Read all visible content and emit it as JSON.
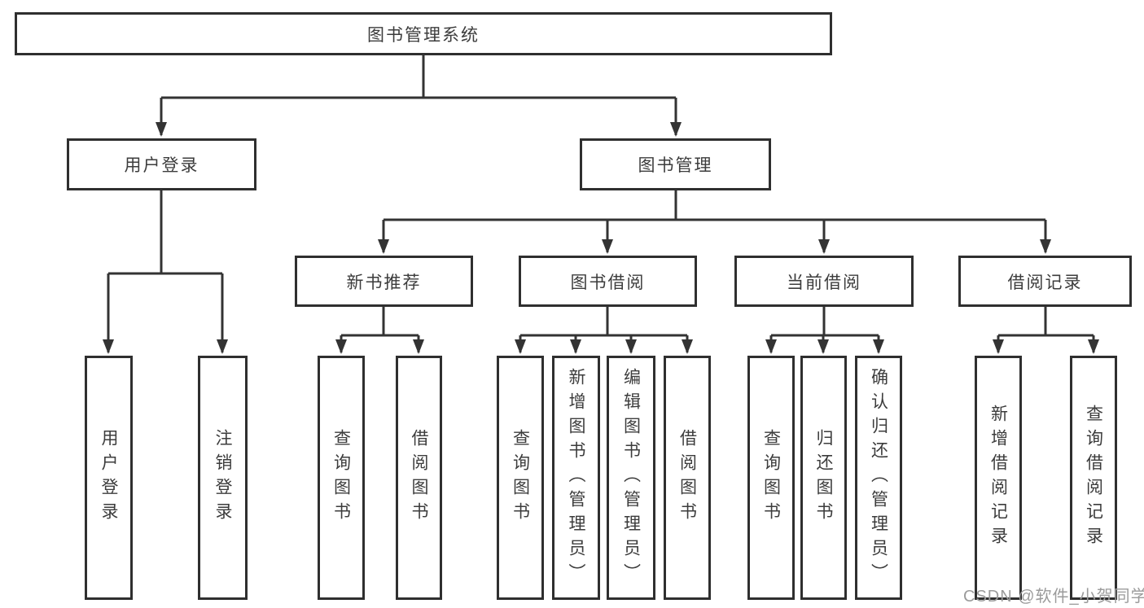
{
  "diagram": {
    "root": {
      "label": "图书管理系统"
    },
    "level2": [
      {
        "label": "用户登录"
      },
      {
        "label": "图书管理"
      }
    ],
    "level3": [
      {
        "label": "新书推荐"
      },
      {
        "label": "图书借阅"
      },
      {
        "label": "当前借阅"
      },
      {
        "label": "借阅记录"
      }
    ],
    "leaf_groups": [
      {
        "parent": "用户登录",
        "items": [
          "用户登录",
          "注销登录"
        ]
      },
      {
        "parent": "新书推荐",
        "items": [
          "查询图书",
          "借阅图书"
        ]
      },
      {
        "parent": "图书借阅",
        "items": [
          "查询图书",
          "新增图书（管理员）",
          "编辑图书（管理员）",
          "借阅图书"
        ]
      },
      {
        "parent": "当前借阅",
        "items": [
          "查询图书",
          "归还图书",
          "确认归还（管理员）"
        ]
      },
      {
        "parent": "借阅记录",
        "items": [
          "新增借阅记录",
          "查询借阅记录"
        ]
      }
    ]
  },
  "watermark": {
    "text": "CSDN @软件_小贺同学"
  },
  "colors": {
    "line": "#333333",
    "border": "#2f2f2f",
    "text": "#3c3c3c",
    "watermark": "#9b9b9b",
    "background": "#ffffff"
  }
}
